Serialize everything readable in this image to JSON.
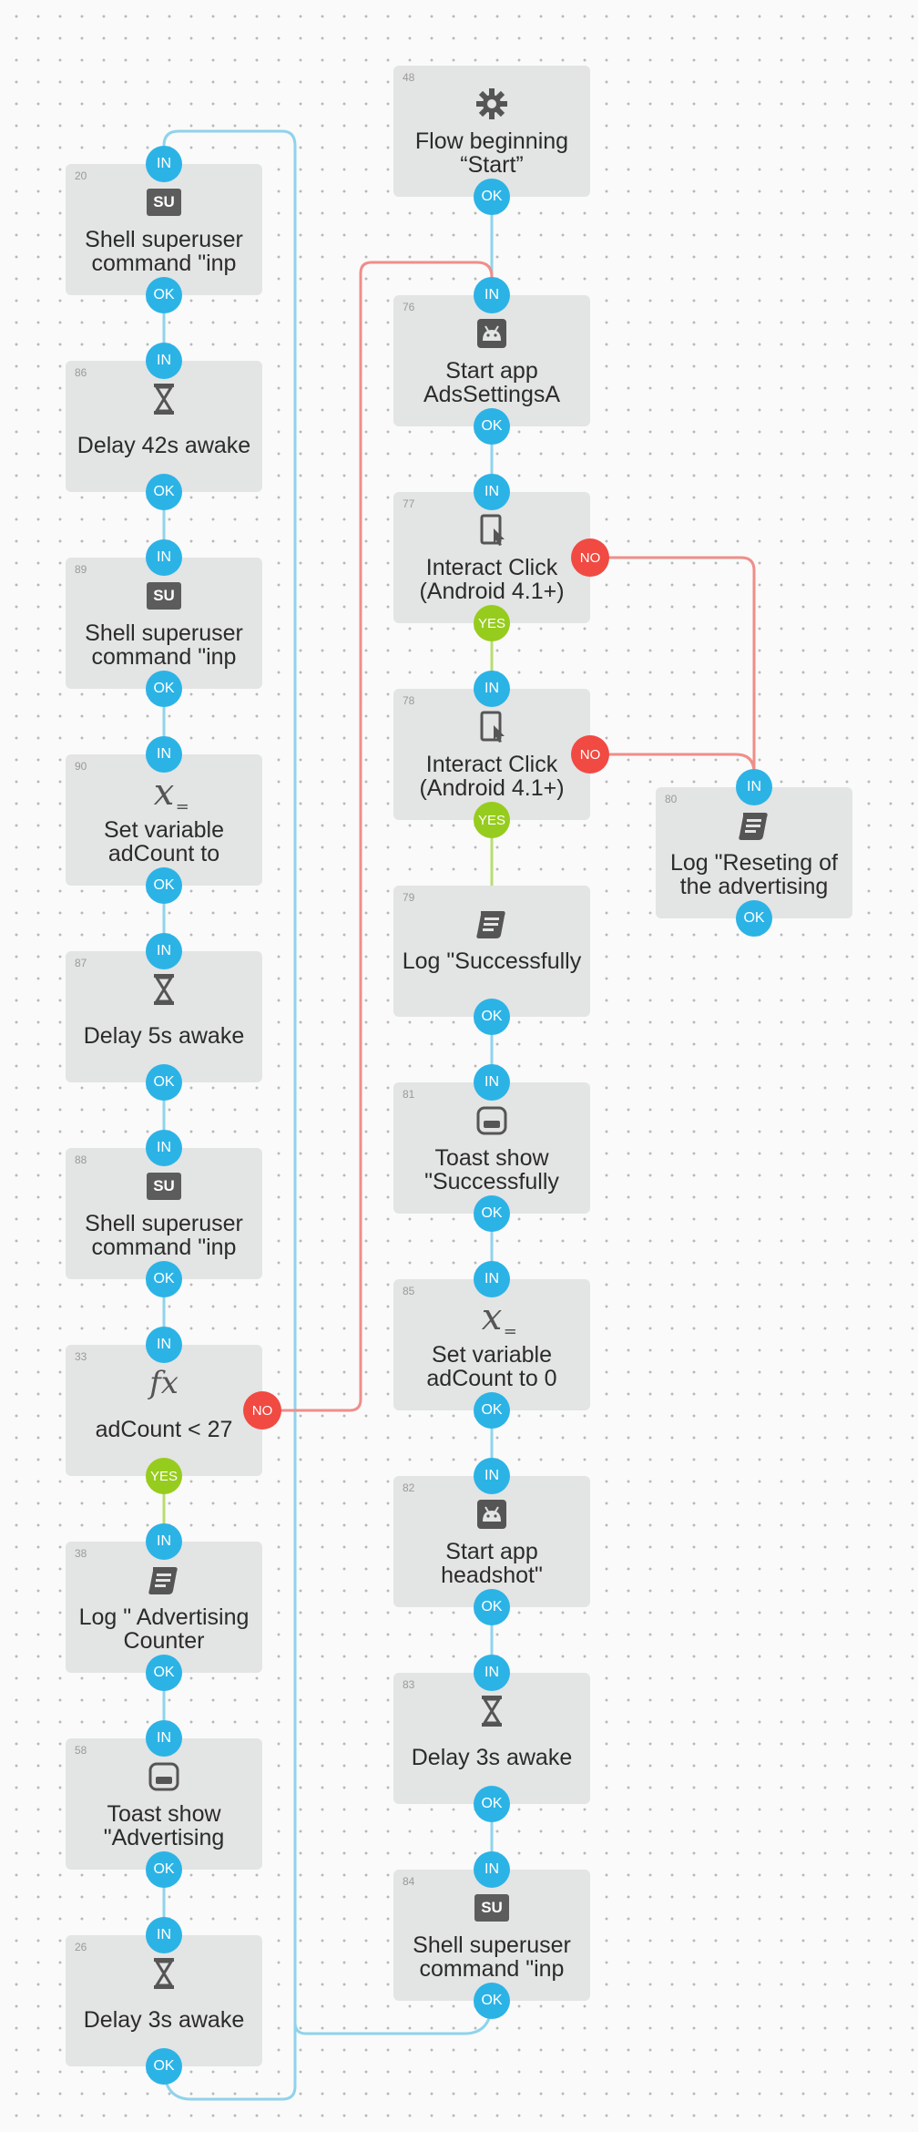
{
  "colors": {
    "background": "#fafafa",
    "block": "#e3e4e4",
    "port_ok_in": "#2bb3e6",
    "port_yes": "#96cc1d",
    "port_no": "#f04a42",
    "wire_ok": "#7fcde9",
    "wire_yes": "#b5dc68",
    "wire_no": "#ee8f8a"
  },
  "blocks": [
    {
      "id": "48",
      "number": "48",
      "icon": "gear-icon",
      "label": "Flow beginning “Start”",
      "ports": [
        {
          "type": "ok",
          "label": "OK"
        }
      ]
    },
    {
      "id": "20",
      "number": "20",
      "icon": "su-icon",
      "label": "Shell superuser command \"inp",
      "ports": [
        {
          "type": "in",
          "label": "IN"
        },
        {
          "type": "ok",
          "label": "OK"
        }
      ]
    },
    {
      "id": "86",
      "number": "86",
      "icon": "hourglass-icon",
      "label": "Delay 42s awake",
      "ports": [
        {
          "type": "in",
          "label": "IN"
        },
        {
          "type": "ok",
          "label": "OK"
        }
      ]
    },
    {
      "id": "89",
      "number": "89",
      "icon": "su-icon",
      "label": "Shell superuser command \"inp",
      "ports": [
        {
          "type": "in",
          "label": "IN"
        },
        {
          "type": "ok",
          "label": "OK"
        }
      ]
    },
    {
      "id": "90",
      "number": "90",
      "icon": "variable-icon",
      "label": "Set variable adCount to",
      "ports": [
        {
          "type": "in",
          "label": "IN"
        },
        {
          "type": "ok",
          "label": "OK"
        }
      ]
    },
    {
      "id": "87",
      "number": "87",
      "icon": "hourglass-icon",
      "label": "Delay 5s awake",
      "ports": [
        {
          "type": "in",
          "label": "IN"
        },
        {
          "type": "ok",
          "label": "OK"
        }
      ]
    },
    {
      "id": "88",
      "number": "88",
      "icon": "su-icon",
      "label": "Shell superuser command \"inp",
      "ports": [
        {
          "type": "in",
          "label": "IN"
        },
        {
          "type": "ok",
          "label": "OK"
        }
      ]
    },
    {
      "id": "33",
      "number": "33",
      "icon": "function-icon",
      "label": "adCount < 27",
      "ports": [
        {
          "type": "in",
          "label": "IN"
        },
        {
          "type": "yes",
          "label": "YES"
        },
        {
          "type": "no",
          "label": "NO"
        }
      ]
    },
    {
      "id": "38",
      "number": "38",
      "icon": "log-icon",
      "label": "Log \" Advertising Counter",
      "ports": [
        {
          "type": "in",
          "label": "IN"
        },
        {
          "type": "ok",
          "label": "OK"
        }
      ]
    },
    {
      "id": "58",
      "number": "58",
      "icon": "toast-icon",
      "label": "Toast show \"Advertising",
      "ports": [
        {
          "type": "in",
          "label": "IN"
        },
        {
          "type": "ok",
          "label": "OK"
        }
      ]
    },
    {
      "id": "26",
      "number": "26",
      "icon": "hourglass-icon",
      "label": "Delay 3s awake",
      "ports": [
        {
          "type": "in",
          "label": "IN"
        },
        {
          "type": "ok",
          "label": "OK"
        }
      ]
    },
    {
      "id": "76",
      "number": "76",
      "icon": "app-icon",
      "label": "Start app AdsSettingsA",
      "ports": [
        {
          "type": "in",
          "label": "IN"
        },
        {
          "type": "ok",
          "label": "OK"
        }
      ]
    },
    {
      "id": "77",
      "number": "77",
      "icon": "interact-icon",
      "label": "Interact Click (Android 4.1+)",
      "ports": [
        {
          "type": "in",
          "label": "IN"
        },
        {
          "type": "yes",
          "label": "YES"
        },
        {
          "type": "no",
          "label": "NO"
        }
      ]
    },
    {
      "id": "78",
      "number": "78",
      "icon": "interact-icon",
      "label": "Interact Click (Android 4.1+)",
      "ports": [
        {
          "type": "in",
          "label": "IN"
        },
        {
          "type": "yes",
          "label": "YES"
        },
        {
          "type": "no",
          "label": "NO"
        }
      ]
    },
    {
      "id": "79",
      "number": "79",
      "icon": "log-icon",
      "label": "Log \"Successfully",
      "ports": [
        {
          "type": "ok",
          "label": "OK"
        }
      ]
    },
    {
      "id": "81",
      "number": "81",
      "icon": "toast-icon",
      "label": "Toast show \"Successfully",
      "ports": [
        {
          "type": "in",
          "label": "IN"
        },
        {
          "type": "ok",
          "label": "OK"
        }
      ]
    },
    {
      "id": "85",
      "number": "85",
      "icon": "variable-icon",
      "label": "Set variable adCount to 0",
      "ports": [
        {
          "type": "in",
          "label": "IN"
        },
        {
          "type": "ok",
          "label": "OK"
        }
      ]
    },
    {
      "id": "82",
      "number": "82",
      "icon": "app-icon",
      "label": "Start app headshot\"",
      "ports": [
        {
          "type": "in",
          "label": "IN"
        },
        {
          "type": "ok",
          "label": "OK"
        }
      ]
    },
    {
      "id": "83",
      "number": "83",
      "icon": "hourglass-icon",
      "label": "Delay 3s awake",
      "ports": [
        {
          "type": "in",
          "label": "IN"
        },
        {
          "type": "ok",
          "label": "OK"
        }
      ]
    },
    {
      "id": "84",
      "number": "84",
      "icon": "su-icon",
      "label": "Shell superuser command \"inp",
      "ports": [
        {
          "type": "in",
          "label": "IN"
        },
        {
          "type": "ok",
          "label": "OK"
        }
      ]
    },
    {
      "id": "80",
      "number": "80",
      "icon": "log-icon",
      "label": "Log \"Reseting of the  advertising",
      "ports": [
        {
          "type": "in",
          "label": "IN"
        },
        {
          "type": "ok",
          "label": "OK"
        }
      ]
    }
  ],
  "icon_text": {
    "su": "SU"
  }
}
